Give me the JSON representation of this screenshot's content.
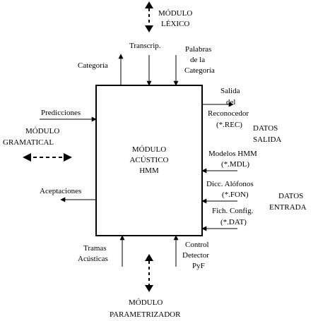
{
  "modules": {
    "lexico": [
      "MÓDULO",
      "LÉXICO"
    ],
    "gramatical": [
      "MÓDULO",
      "GRAMATICAL"
    ],
    "parametrizador": [
      "MÓDULO",
      "PARAMETRIZADOR"
    ]
  },
  "center_box": [
    "MÓDULO",
    "ACÚSTICO",
    "HMM"
  ],
  "top_signals": {
    "categoria": "Categoría",
    "transcrip": "Transcrip.",
    "palabras": [
      "Palabras",
      "de la",
      "Categoría"
    ]
  },
  "left_signals": {
    "predicciones": "Predicciones",
    "aceptaciones": "Aceptaciones"
  },
  "right_signals": {
    "salida": [
      "Salida",
      "del",
      "Reconocedor",
      "(*.REC)"
    ],
    "modelos": [
      "Modelos HMM",
      "(*.MDL)"
    ],
    "alofonos": [
      "Dicc. Alófonos",
      "(*.FON)"
    ],
    "config": [
      "Fich. Config.",
      "(*.DAT)"
    ]
  },
  "bottom_signals": {
    "tramas": [
      "Tramas",
      "Acústicas"
    ],
    "control": [
      "Control",
      "Detector",
      "PyF"
    ]
  },
  "groups": {
    "datos_salida": [
      "DATOS",
      "SALIDA"
    ],
    "datos_entrada": [
      "DATOS",
      "ENTRADA"
    ]
  }
}
